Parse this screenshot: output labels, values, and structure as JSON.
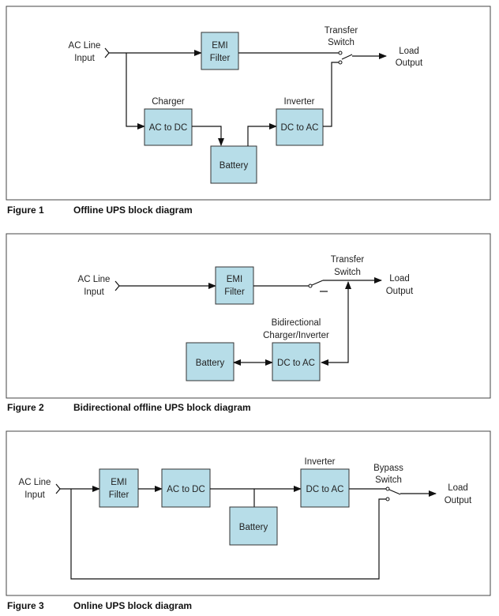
{
  "figure1": {
    "caption_num": "Figure 1",
    "caption_text": "Offline UPS block diagram",
    "ac_line": "AC Line",
    "input": "Input",
    "emi": "EMI",
    "filter": "Filter",
    "transfer": "Transfer",
    "switch": "Switch",
    "load": "Load",
    "output": "Output",
    "charger": "Charger",
    "ac_to_dc": "AC to DC",
    "inverter": "Inverter",
    "dc_to_ac": "DC to AC",
    "battery": "Battery"
  },
  "figure2": {
    "caption_num": "Figure 2",
    "caption_text": "Bidirectional offline UPS block diagram",
    "ac_line": "AC Line",
    "input": "Input",
    "emi": "EMI",
    "filter": "Filter",
    "transfer": "Transfer",
    "switch": "Switch",
    "load": "Load",
    "output": "Output",
    "bidirectional": "Bidirectional",
    "charger_inverter": "Charger/Inverter",
    "dc_to_ac": "DC to AC",
    "battery": "Battery"
  },
  "figure3": {
    "caption_num": "Figure 3",
    "caption_text": "Online UPS block diagram",
    "ac_line": "AC Line",
    "input": "Input",
    "emi": "EMI",
    "filter": "Filter",
    "ac_to_dc": "AC to DC",
    "inverter": "Inverter",
    "dc_to_ac": "DC to AC",
    "bypass": "Bypass",
    "switch": "Switch",
    "load": "Load",
    "output": "Output",
    "battery": "Battery"
  }
}
